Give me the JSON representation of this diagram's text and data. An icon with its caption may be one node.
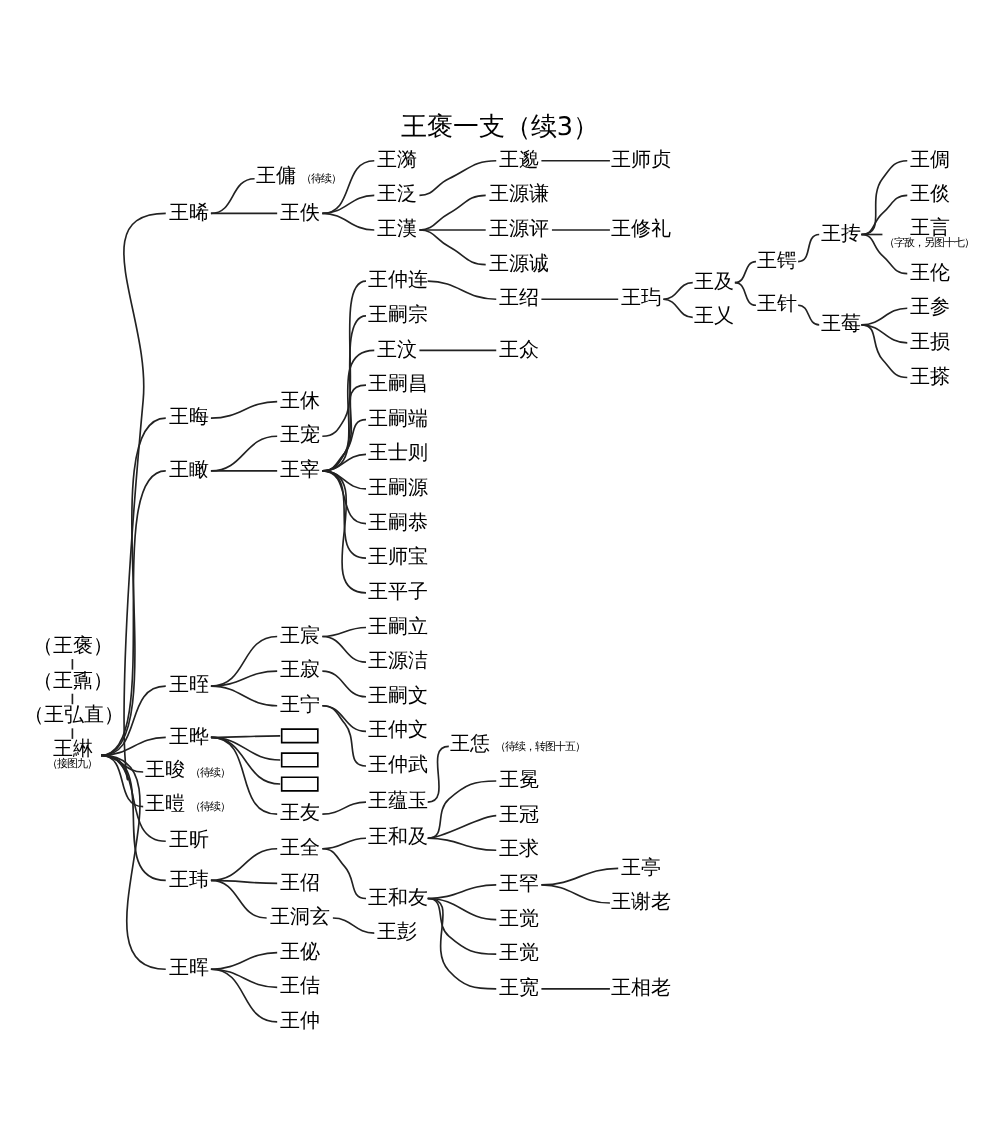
{
  "diagram": {
    "title": "王褒一支（续3）",
    "nodes": [
      {
        "text": [
          "（王褒）"
        ]
      },
      {
        "text": [
          "（王鼒）"
        ]
      },
      {
        "text": [
          "（王弘直）"
        ]
      },
      {
        "text": [
          "王綝"
        ],
        "beside": [
          "（接图九）"
        ]
      },
      {
        "text": [
          "王晞"
        ]
      },
      {
        "text": [
          "王傭"
        ],
        "beside": [
          "（待续）"
        ]
      },
      {
        "text": [
          "王佚"
        ]
      },
      {
        "text": [
          "王漪"
        ]
      },
      {
        "text": [
          "王泛"
        ]
      },
      {
        "text": [
          "王邈"
        ]
      },
      {
        "text": [
          "王师贞"
        ]
      },
      {
        "text": [
          "王漢"
        ]
      },
      {
        "text": [
          "王源谦"
        ]
      },
      {
        "text": [
          "王源评"
        ]
      },
      {
        "text": [
          "王修礼"
        ]
      },
      {
        "text": [
          "王源诚"
        ]
      },
      {
        "text": [
          "王晦"
        ]
      },
      {
        "text": [
          "王休"
        ]
      },
      {
        "text": [
          "王瞰"
        ]
      },
      {
        "text": [
          "王宠"
        ]
      },
      {
        "text": [
          "王仲连"
        ]
      },
      {
        "text": [
          "王绍"
        ]
      },
      {
        "text": [
          "王玙"
        ]
      },
      {
        "text": [
          "王及"
        ]
      },
      {
        "text": [
          "王锷"
        ]
      },
      {
        "text": [
          "王抟"
        ]
      },
      {
        "text": [
          "王倜"
        ]
      },
      {
        "text": [
          "王倓"
        ]
      },
      {
        "text": [
          "王言"
        ],
        "beside": [
          "（字敌，另图十七）"
        ]
      },
      {
        "text": [
          "王伦"
        ]
      },
      {
        "text": [
          "王针"
        ]
      },
      {
        "text": [
          "王莓"
        ]
      },
      {
        "text": [
          "王参"
        ]
      },
      {
        "text": [
          "王损"
        ]
      },
      {
        "text": [
          "王搽"
        ]
      },
      {
        "text": [
          "王乂"
        ]
      },
      {
        "text": [
          "王宰"
        ]
      },
      {
        "text": [
          "王嗣宗"
        ]
      },
      {
        "text": [
          "王汶"
        ]
      },
      {
        "text": [
          "王众"
        ]
      },
      {
        "text": [
          "王嗣昌"
        ]
      },
      {
        "text": [
          "王嗣端"
        ]
      },
      {
        "text": [
          "王士则"
        ]
      },
      {
        "text": [
          "王嗣源"
        ]
      },
      {
        "text": [
          "王嗣恭"
        ]
      },
      {
        "text": [
          "王师宝"
        ]
      },
      {
        "text": [
          "王平子"
        ]
      },
      {
        "text": [
          "王晊"
        ]
      },
      {
        "text": [
          "王宸"
        ]
      },
      {
        "text": [
          "王嗣立"
        ]
      },
      {
        "text": [
          "王源洁"
        ]
      },
      {
        "text": [
          "王寂"
        ]
      },
      {
        "text": [
          "王嗣文"
        ]
      },
      {
        "text": [
          "王宁"
        ]
      },
      {
        "text": [
          "王仲文"
        ]
      },
      {
        "text": [
          "王仲武"
        ]
      },
      {
        "text": [
          "王晔"
        ]
      },
      {
        "text": [],
        "shape": "box"
      },
      {
        "text": [],
        "shape": "box"
      },
      {
        "text": [],
        "shape": "box"
      },
      {
        "text": [
          "王友"
        ]
      },
      {
        "text": [
          "王蕴玉"
        ]
      },
      {
        "text": [
          "王恁"
        ],
        "beside": [
          "（待续，转图十五）"
        ]
      },
      {
        "text": [
          "王晙"
        ],
        "beside": [
          "（待续）"
        ]
      },
      {
        "text": [
          "王暟"
        ],
        "beside": [
          "（待续）"
        ]
      },
      {
        "text": [
          "王昕"
        ]
      },
      {
        "text": [
          "王玮"
        ]
      },
      {
        "text": [
          "王全"
        ]
      },
      {
        "text": [
          "王和及"
        ]
      },
      {
        "text": [
          "王冕"
        ]
      },
      {
        "text": [
          "王冠"
        ]
      },
      {
        "text": [
          "王求"
        ]
      },
      {
        "text": [
          "王和友"
        ]
      },
      {
        "text": [
          "王罕"
        ]
      },
      {
        "text": [
          "王亭"
        ]
      },
      {
        "text": [
          "王谢老"
        ]
      },
      {
        "text": [
          "王觉"
        ]
      },
      {
        "text": [
          "王觉"
        ]
      },
      {
        "text": [
          "王宽"
        ]
      },
      {
        "text": [
          "王相老"
        ]
      },
      {
        "text": [
          "王佋"
        ]
      },
      {
        "text": [
          "王洞玄"
        ]
      },
      {
        "text": [
          "王彭"
        ]
      },
      {
        "text": [
          "王晖"
        ]
      },
      {
        "text": [
          "王佖"
        ]
      },
      {
        "text": [
          "王佶"
        ]
      },
      {
        "text": [
          "王仲"
        ]
      }
    ],
    "edges": [
      {
        "from": 0,
        "to": 1,
        "arrow": "none"
      },
      {
        "from": 1,
        "to": 2,
        "arrow": "none"
      },
      {
        "from": 2,
        "to": 3,
        "arrow": "none"
      },
      {
        "from": 3,
        "to": 4,
        "arrow": "none"
      },
      {
        "from": 4,
        "to": 5,
        "arrow": "none"
      },
      {
        "from": 4,
        "to": 6,
        "arrow": "none"
      },
      {
        "from": 6,
        "to": 7,
        "arrow": "none"
      },
      {
        "from": 6,
        "to": 8,
        "arrow": "none"
      },
      {
        "from": 8,
        "to": 9,
        "arrow": "none"
      },
      {
        "from": 9,
        "to": 10,
        "arrow": "none"
      },
      {
        "from": 6,
        "to": 11,
        "arrow": "none"
      },
      {
        "from": 11,
        "to": 12,
        "arrow": "none"
      },
      {
        "from": 11,
        "to": 13,
        "arrow": "none"
      },
      {
        "from": 13,
        "to": 14,
        "arrow": "none"
      },
      {
        "from": 11,
        "to": 15,
        "arrow": "none"
      },
      {
        "from": 3,
        "to": 16,
        "arrow": "none"
      },
      {
        "from": 16,
        "to": 17,
        "arrow": "none"
      },
      {
        "from": 3,
        "to": 18,
        "arrow": "none"
      },
      {
        "from": 18,
        "to": 19,
        "arrow": "none"
      },
      {
        "from": 19,
        "to": 20,
        "arrow": "none"
      },
      {
        "from": 20,
        "to": 21,
        "arrow": "none"
      },
      {
        "from": 21,
        "to": 22,
        "arrow": "none"
      },
      {
        "from": 22,
        "to": 23,
        "arrow": "none"
      },
      {
        "from": 23,
        "to": 24,
        "arrow": "none"
      },
      {
        "from": 24,
        "to": 25,
        "arrow": "none"
      },
      {
        "from": 25,
        "to": 26,
        "arrow": "none"
      },
      {
        "from": 25,
        "to": 27,
        "arrow": "none"
      },
      {
        "from": 25,
        "to": 28,
        "arrow": "none"
      },
      {
        "from": 25,
        "to": 29,
        "arrow": "none"
      },
      {
        "from": 23,
        "to": 30,
        "arrow": "none"
      },
      {
        "from": 30,
        "to": 31,
        "arrow": "none"
      },
      {
        "from": 31,
        "to": 32,
        "arrow": "none"
      },
      {
        "from": 31,
        "to": 33,
        "arrow": "none"
      },
      {
        "from": 31,
        "to": 34,
        "arrow": "none"
      },
      {
        "from": 22,
        "to": 35,
        "arrow": "none"
      },
      {
        "from": 18,
        "to": 36,
        "arrow": "none"
      },
      {
        "from": 36,
        "to": 37,
        "arrow": "none"
      },
      {
        "from": 36,
        "to": 38,
        "arrow": "none"
      },
      {
        "from": 38,
        "to": 39,
        "arrow": "none"
      },
      {
        "from": 36,
        "to": 40,
        "arrow": "none"
      },
      {
        "from": 36,
        "to": 41,
        "arrow": "none"
      },
      {
        "from": 36,
        "to": 42,
        "arrow": "none"
      },
      {
        "from": 36,
        "to": 43,
        "arrow": "none"
      },
      {
        "from": 36,
        "to": 44,
        "arrow": "none"
      },
      {
        "from": 36,
        "to": 45,
        "arrow": "none"
      },
      {
        "from": 36,
        "to": 46,
        "arrow": "none"
      },
      {
        "from": 3,
        "to": 47,
        "arrow": "none"
      },
      {
        "from": 47,
        "to": 48,
        "arrow": "none"
      },
      {
        "from": 48,
        "to": 49,
        "arrow": "none"
      },
      {
        "from": 48,
        "to": 50,
        "arrow": "none"
      },
      {
        "from": 47,
        "to": 51,
        "arrow": "none"
      },
      {
        "from": 51,
        "to": 52,
        "arrow": "none"
      },
      {
        "from": 47,
        "to": 53,
        "arrow": "none"
      },
      {
        "from": 53,
        "to": 54,
        "arrow": "none"
      },
      {
        "from": 53,
        "to": 55,
        "arrow": "none"
      },
      {
        "from": 3,
        "to": 56,
        "arrow": "none"
      },
      {
        "from": 56,
        "to": 57,
        "arrow": "none"
      },
      {
        "from": 56,
        "to": 58,
        "arrow": "none"
      },
      {
        "from": 56,
        "to": 59,
        "arrow": "none"
      },
      {
        "from": 56,
        "to": 60,
        "arrow": "none"
      },
      {
        "from": 60,
        "to": 61,
        "arrow": "none"
      },
      {
        "from": 61,
        "to": 62,
        "arrow": "none"
      },
      {
        "from": 3,
        "to": 63,
        "arrow": "none"
      },
      {
        "from": 3,
        "to": 64,
        "arrow": "none"
      },
      {
        "from": 3,
        "to": 65,
        "arrow": "none"
      },
      {
        "from": 3,
        "to": 66,
        "arrow": "none"
      },
      {
        "from": 66,
        "to": 67,
        "arrow": "none"
      },
      {
        "from": 67,
        "to": 68,
        "arrow": "none"
      },
      {
        "from": 68,
        "to": 69,
        "arrow": "none"
      },
      {
        "from": 68,
        "to": 70,
        "arrow": "none"
      },
      {
        "from": 68,
        "to": 71,
        "arrow": "none"
      },
      {
        "from": 67,
        "to": 72,
        "arrow": "none"
      },
      {
        "from": 72,
        "to": 73,
        "arrow": "none"
      },
      {
        "from": 73,
        "to": 74,
        "arrow": "none"
      },
      {
        "from": 73,
        "to": 75,
        "arrow": "none"
      },
      {
        "from": 72,
        "to": 76,
        "arrow": "none"
      },
      {
        "from": 72,
        "to": 77,
        "arrow": "none"
      },
      {
        "from": 72,
        "to": 78,
        "arrow": "none"
      },
      {
        "from": 78,
        "to": 79,
        "arrow": "none"
      },
      {
        "from": 66,
        "to": 80,
        "arrow": "none"
      },
      {
        "from": 66,
        "to": 81,
        "arrow": "none"
      },
      {
        "from": 81,
        "to": 82,
        "arrow": "none"
      },
      {
        "from": 3,
        "to": 83,
        "arrow": "none"
      },
      {
        "from": 83,
        "to": 84,
        "arrow": "none"
      },
      {
        "from": 83,
        "to": 85,
        "arrow": "none"
      },
      {
        "from": 83,
        "to": 86,
        "arrow": "none"
      }
    ]
  }
}
